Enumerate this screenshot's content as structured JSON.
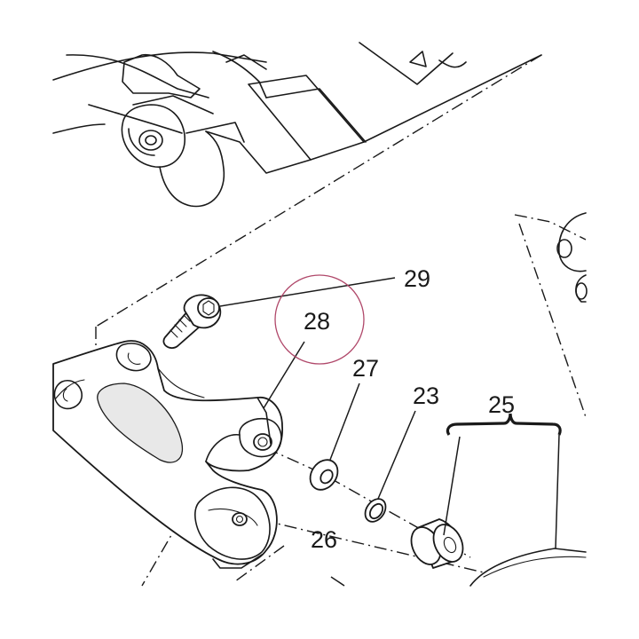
{
  "callouts": {
    "c29": "29",
    "c28": "28",
    "c27": "27",
    "c23": "23",
    "c25": "25",
    "c26": "26"
  },
  "colors": {
    "ink": "#1a1a1a",
    "highlight_circle": "#b0486a",
    "background": "#ffffff"
  },
  "highlighted_part": "28"
}
